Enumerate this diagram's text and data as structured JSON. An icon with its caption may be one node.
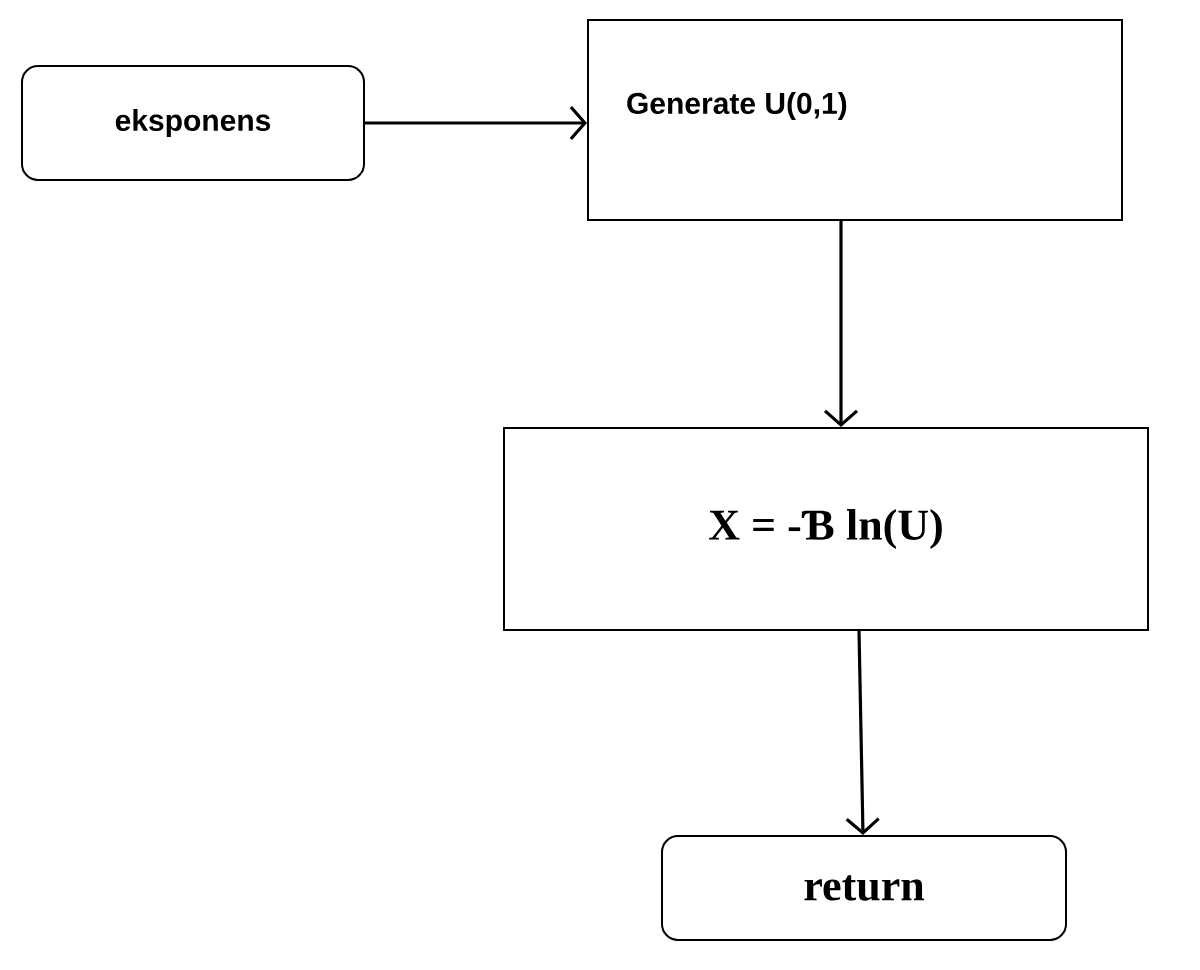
{
  "diagram": {
    "nodes": [
      {
        "text": [
          "eksponens"
        ]
      },
      {
        "text": [
          "Generate U(0,1)"
        ]
      },
      {
        "text": [
          "X = -Ɓ ln(U)"
        ]
      },
      {
        "text": [
          "return"
        ]
      }
    ],
    "edges": [
      {
        "from": 0,
        "to": 1,
        "arrow": "to"
      },
      {
        "from": 1,
        "to": 2,
        "arrow": "to"
      },
      {
        "from": 2,
        "to": 3,
        "arrow": "to"
      }
    ]
  }
}
